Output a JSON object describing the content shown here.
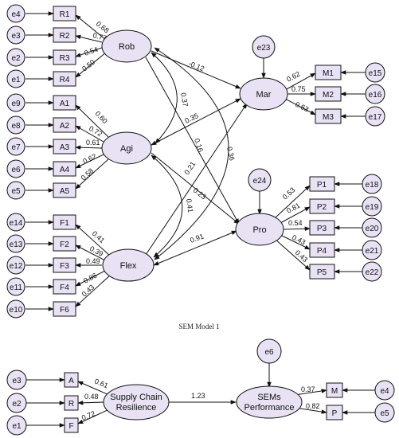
{
  "model1": {
    "caption": "SEM Model 1",
    "latents": {
      "Rob": "Rob",
      "Agi": "Agi",
      "Flex": "Flex",
      "Mar": "Mar",
      "Pro": "Pro",
      "e23": "e23",
      "e24": "e24"
    },
    "indicators": {
      "R1": "R1",
      "R2": "R2",
      "R3": "R3",
      "R4": "R4",
      "A1": "A1",
      "A2": "A2",
      "A3": "A3",
      "A4": "A4",
      "A5": "A5",
      "F1": "F1",
      "F2": "F2",
      "F3": "F3",
      "F4": "F4",
      "F6": "F6",
      "M1": "M1",
      "M2": "M2",
      "M3": "M3",
      "P1": "P1",
      "P2": "P2",
      "P3": "P3",
      "P4": "P4",
      "P5": "P5"
    },
    "errors": {
      "e4": "e4",
      "e3": "e3",
      "e2": "e2",
      "e1": "e1",
      "e9": "e9",
      "e8": "e8",
      "e7": "e7",
      "e6": "e6",
      "e5": "e5",
      "e14": "e14",
      "e13": "e13",
      "e12": "e12",
      "e11": "e11",
      "e10": "e10",
      "e15": "e15",
      "e16": "e16",
      "e17": "e17",
      "e18": "e18",
      "e19": "e19",
      "e20": "e20",
      "e21": "e21",
      "e22": "e22"
    },
    "loadings": {
      "R1": "0.68",
      "R2": "0.77",
      "R3": "0.54",
      "R4": "0.50",
      "A1": "0.60",
      "A2": "0.72",
      "A3": "0.61",
      "A4": "0.62",
      "A5": "0.58",
      "F1": "0.41",
      "F2": "0.39",
      "F3": "0.49",
      "F4": "0.86",
      "F6": "0.43",
      "M1": "0.62",
      "M2": "0.75",
      "M3": "0.63",
      "P1": "0.53",
      "P2": "0.81",
      "P3": "0.54",
      "P4": "0.43",
      "P5": "0.43"
    },
    "paths": {
      "rob_mar": "-0.12",
      "rob_agi": "0.37",
      "agi_mar": "0.35",
      "rob_pro": "0.16",
      "rob_flex": "0.36",
      "flex_mar": "0.21",
      "agi_pro": "0.23",
      "agi_flex": "0.41",
      "flex_pro": "0.91"
    }
  },
  "model2": {
    "latents": {
      "scr_line1": "Supply Chain",
      "scr_line2": "Resilience",
      "sems_line1": "SEMs",
      "sems_line2": "Performance",
      "e6": "e6"
    },
    "indicators": {
      "A": "A",
      "R": "R",
      "F": "F",
      "M": "M",
      "P": "P"
    },
    "errors": {
      "e3": "e3",
      "e2": "e2",
      "e1": "e1",
      "e4": "e4",
      "e5": "e5"
    },
    "loadings": {
      "A": "0.61",
      "R": "0.48",
      "F": "0.72",
      "M": "0.37",
      "P": "0.82"
    },
    "path": "1.23"
  }
}
